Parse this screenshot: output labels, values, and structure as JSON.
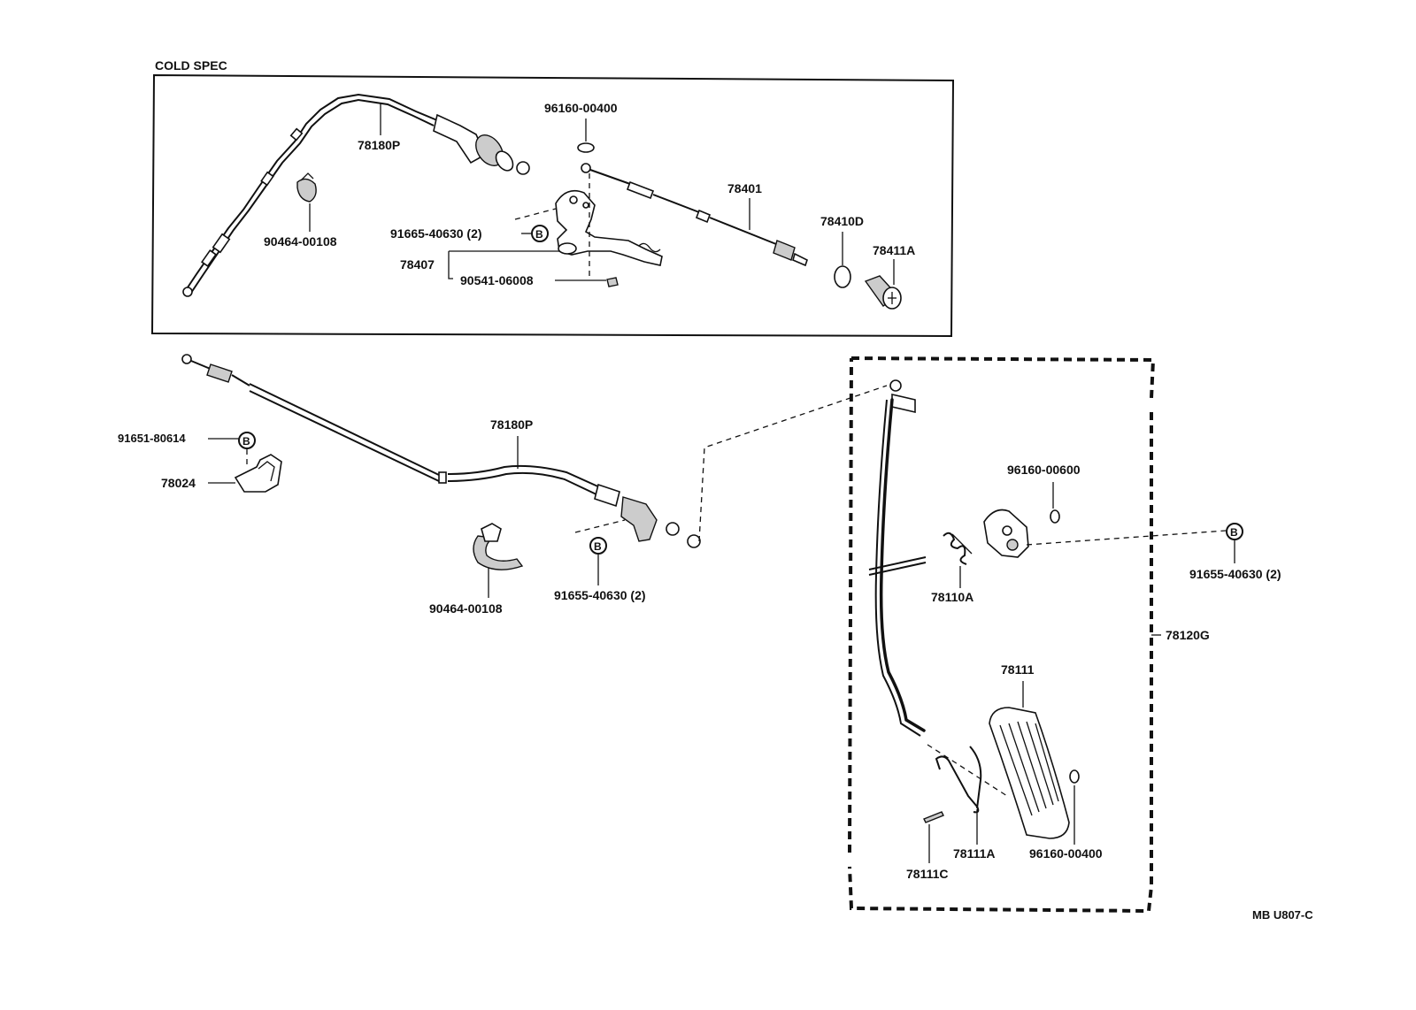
{
  "diagram": {
    "section_title": "COLD SPEC",
    "diagram_code": "MB U807-C",
    "badge_letter": "B",
    "labels": {
      "p78180p_top": "78180P",
      "p96160_00400_top": "96160-00400",
      "p78401": "78401",
      "p78410d": "78410D",
      "p78411a": "78411A",
      "p90464_top": "90464-00108",
      "p91665_top": "91665-40630 (2)",
      "p78407": "78407",
      "p90541": "90541-06008",
      "p91651": "91651-80614",
      "p78024": "78024",
      "p78180p_mid": "78180P",
      "p90464_mid": "90464-00108",
      "p91655_mid": "91655-40630 (2)",
      "p96160_00600": "96160-00600",
      "p78110a": "78110A",
      "p91655_right": "91655-40630 (2)",
      "p78120g": "78120G",
      "p78111": "78111",
      "p78111a": "78111A",
      "p78111c": "78111C",
      "p96160_00400_bottom": "96160-00400"
    }
  }
}
